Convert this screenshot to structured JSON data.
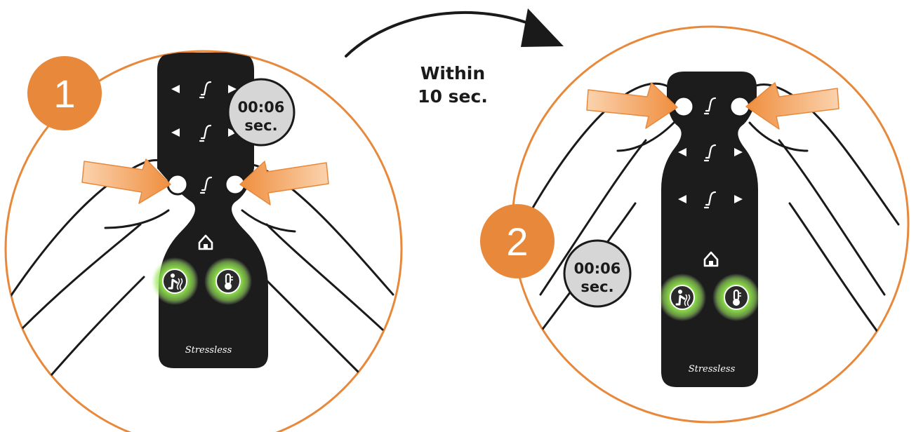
{
  "steps": [
    {
      "number": "1",
      "timer": {
        "time": "00:06",
        "unit": "sec."
      },
      "brand": "Stressless"
    },
    {
      "number": "2",
      "timer": {
        "time": "00:06",
        "unit": "sec."
      },
      "brand": "Stressless"
    }
  ],
  "transition": {
    "line1": "Within",
    "line2": "10 sec."
  },
  "colors": {
    "accent_orange": "#E8883A",
    "remote_black": "#1c1c1c",
    "glow_green": "#8EE04A",
    "timer_gray": "#D6D6D6",
    "arrow_fill": "#F2A05A"
  },
  "icons": [
    "left-arrow-icon",
    "right-arrow-icon",
    "recline-icon",
    "home-icon",
    "massage-icon",
    "heat-icon",
    "curved-arrow-icon",
    "press-arrow-icon"
  ]
}
